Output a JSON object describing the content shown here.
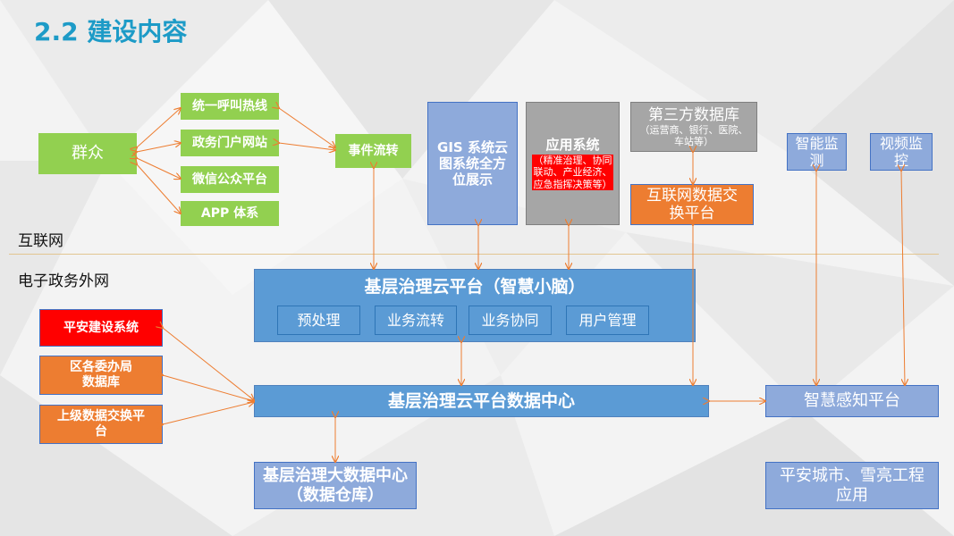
{
  "title": "2.2 建设内容",
  "zones": {
    "internet": "互联网",
    "egov": "电子政务外网"
  },
  "left": {
    "masses": "群众",
    "channels": [
      "统一呼叫热线",
      "政务门户网站",
      "微信公众平台",
      "APP 体系"
    ],
    "event_flow": "事件流转"
  },
  "top": {
    "gis": "GIS 系统云图系统全方位展示",
    "app_title": "应用系统",
    "app_detail": "（精准治理、协同联动、产业经济、应急指挥决策等）",
    "third_party_title": "第三方数据库",
    "third_party_detail": "（运营商、银行、医院、车站等）",
    "exchange": "互联网数据交换平台",
    "smart_monitor": "智能监测",
    "video_monitor": "视频监控"
  },
  "platform": {
    "title": "基层治理云平台（智慧小脑）",
    "modules": [
      "预处理",
      "业务流转",
      "业务协同",
      "用户管理"
    ]
  },
  "data_center": "基层治理云平台数据中心",
  "left_bottom": [
    "平安建设系统",
    "区各委办局数据库",
    "上级数据交换平台"
  ],
  "perception": "智慧感知平台",
  "big_data": "基层治理大数据中心（数据仓库）",
  "safe_city": "平安城市、雪亮工程应用",
  "colors": {
    "title": "#1d9bc7",
    "green": "#92d050",
    "blue": "#5b9bd5",
    "blue_light": "#8eaadb",
    "gray": "#a6a6a6",
    "orange": "#ed7d31",
    "red": "#ff0000",
    "arrow": "#ed7d31",
    "divider": "#e2c590"
  }
}
